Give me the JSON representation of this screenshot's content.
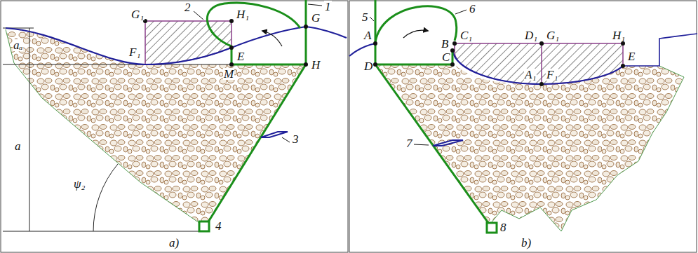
{
  "diagram": {
    "labels": [
      "1",
      "2",
      "G₁",
      "H₁",
      "G",
      "aₐ",
      "E",
      "F₁",
      "M",
      "H",
      "3",
      "a",
      "ψ₂",
      "4",
      "a)",
      "5",
      "6",
      "A",
      "C₁",
      "D₁",
      "G₁",
      "H₁",
      "B",
      "C",
      "E",
      "D",
      "A₁",
      "F₁",
      "7",
      "8",
      "b)"
    ]
  }
}
